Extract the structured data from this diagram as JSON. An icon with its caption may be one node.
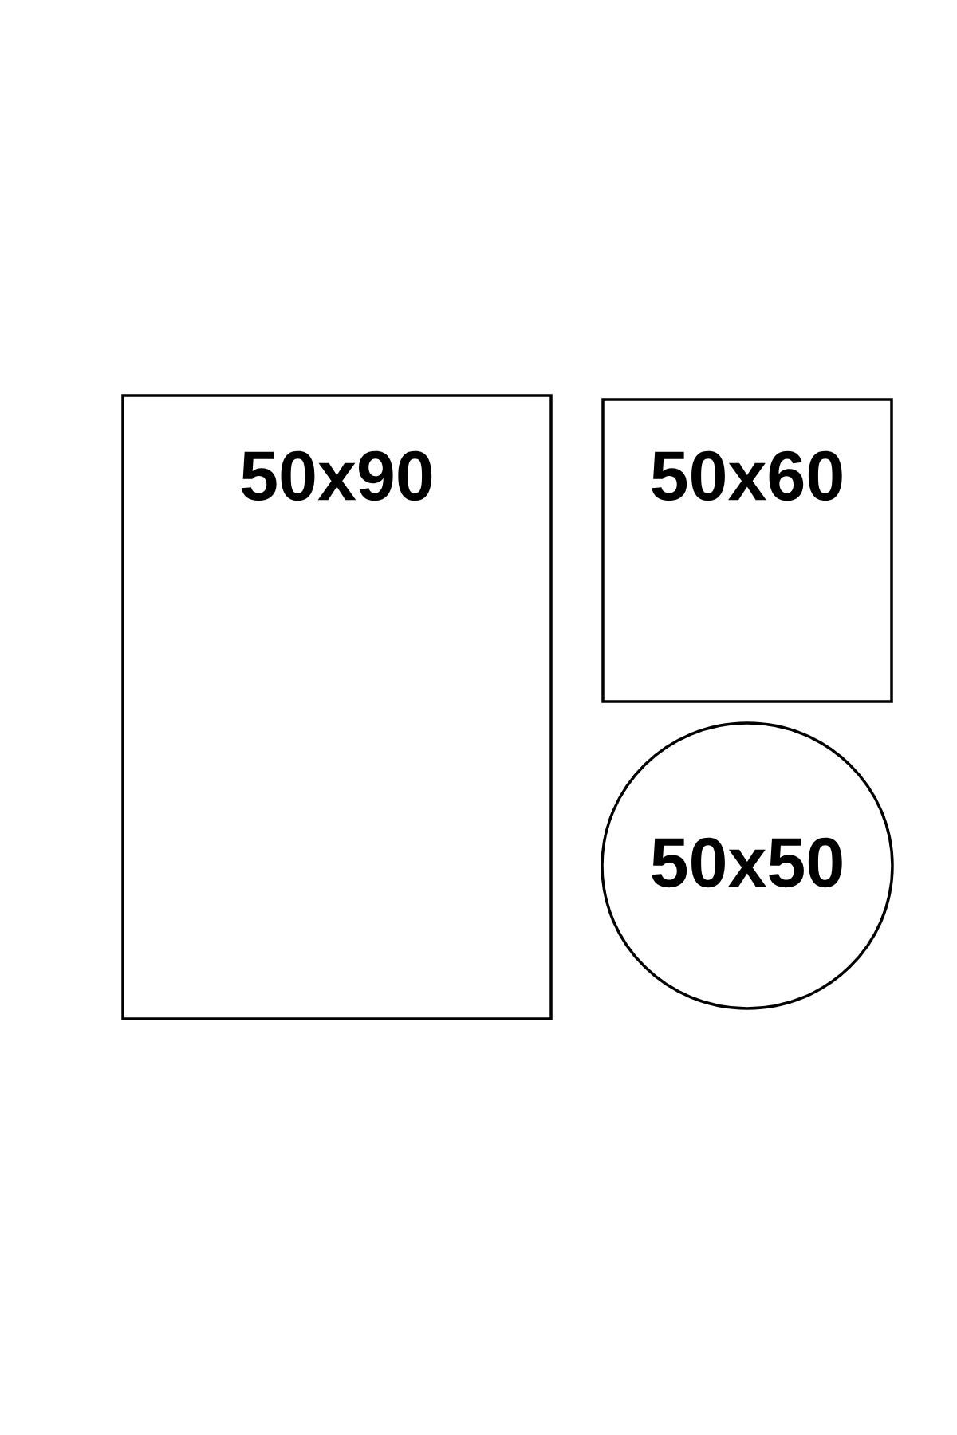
{
  "diagram": {
    "nodes": [
      {
        "text": [
          "50x90"
        ]
      },
      {
        "text": [
          "50x60"
        ]
      },
      {
        "text": [
          "50x50"
        ]
      }
    ]
  }
}
